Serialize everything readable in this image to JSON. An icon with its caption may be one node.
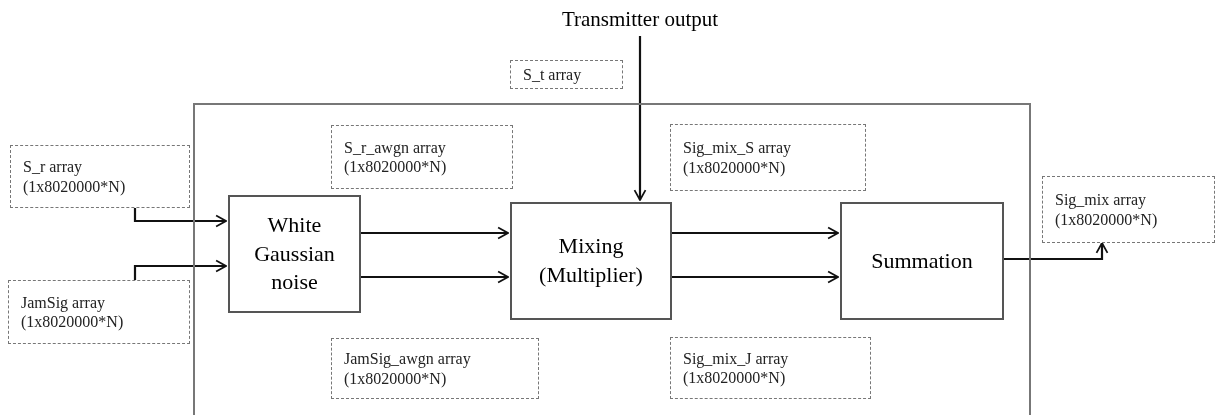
{
  "diagram": {
    "nodes": [
      {
        "text": [
          "Transmitter output"
        ]
      },
      {
        "text": [
          "S_t array"
        ]
      },
      {
        "text": [],
        "shape": "box"
      },
      {
        "text": [
          "S_r array",
          "(1x8020000*N)"
        ]
      },
      {
        "text": [
          "S_r_awgn array",
          "(1x8020000*N)"
        ],
        "in": 2
      },
      {
        "text": [
          "Sig_mix_S array",
          "(1x8020000*N)"
        ],
        "in": 2
      },
      {
        "text": [
          "Sig_mix array",
          "(1x8020000*N)"
        ]
      },
      {
        "text": [
          "White Gaussian noise"
        ],
        "in": 2
      },
      {
        "text": [
          "Mixing (Multiplier)"
        ],
        "in": 2
      },
      {
        "text": [
          "Summation"
        ],
        "in": 2
      },
      {
        "text": [
          "JamSig array",
          "(1x8020000*N)"
        ]
      },
      {
        "text": [
          "JamSig_awgn array",
          "(1x8020000*N)"
        ],
        "in": 2
      },
      {
        "text": [
          "Sig_mix_J array",
          "(1x8020000*N)"
        ],
        "in": 2
      }
    ],
    "edges": [
      {
        "from": 3,
        "to": 7,
        "arrow": "to"
      },
      {
        "from": 10,
        "to": 7,
        "arrow": "to"
      },
      {
        "from": 7,
        "to": 8,
        "arrow": "to"
      },
      {
        "from": 7,
        "to": 8,
        "arrow": "to"
      },
      {
        "from": 0,
        "to": 8,
        "arrow": "to"
      },
      {
        "from": 8,
        "to": 9,
        "arrow": "to"
      },
      {
        "from": 8,
        "to": 9,
        "arrow": "to"
      },
      {
        "from": 9,
        "to": 6,
        "arrow": "to"
      }
    ]
  }
}
